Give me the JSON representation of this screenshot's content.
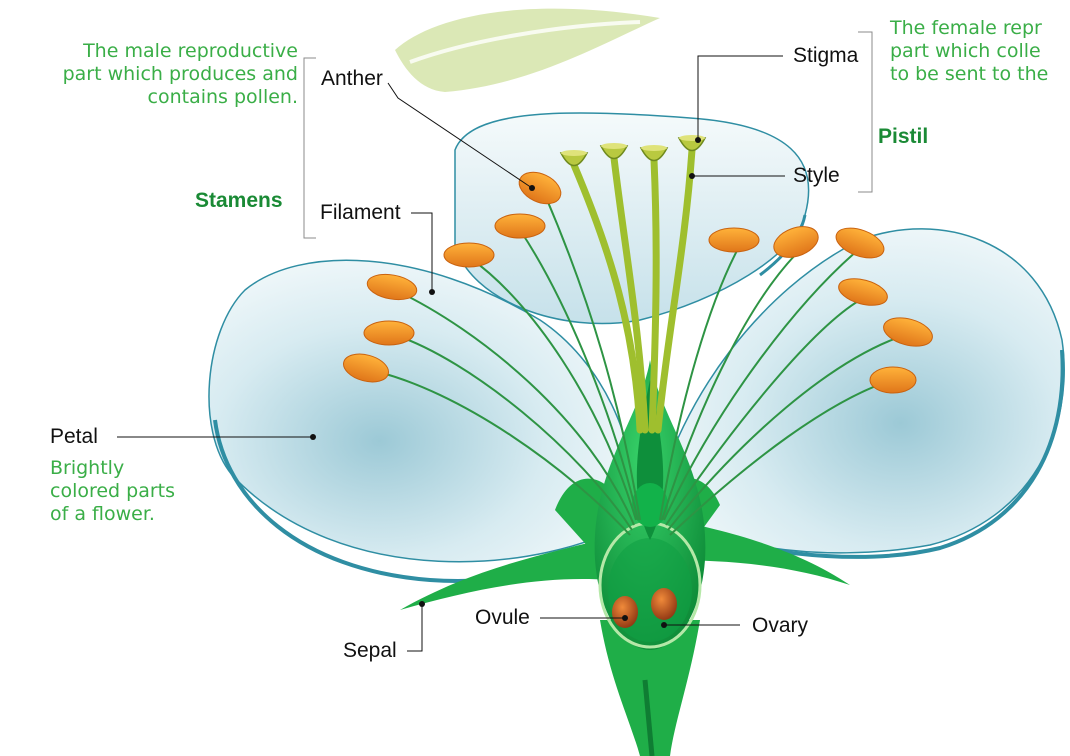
{
  "labels": {
    "anther": "Anther",
    "filament": "Filament",
    "stigma": "Stigma",
    "style": "Style",
    "petal": "Petal",
    "sepal": "Sepal",
    "ovule": "Ovule",
    "ovary": "Ovary"
  },
  "groups": {
    "stamens": "Stamens",
    "pistil": "Pistil"
  },
  "descriptions": {
    "stamens": [
      "The male reproductive",
      "part which produces and",
      "contains pollen."
    ],
    "pistil": [
      "The female repr",
      "part which colle",
      "to be sent to the"
    ],
    "petal": [
      "Brightly",
      "colored parts",
      "of a flower."
    ]
  },
  "colors": {
    "label_text": "#111111",
    "group_heading": "#1a8a35",
    "description_text": "#3aae47",
    "petal_outline": "#2f8ea3",
    "petal_fill": "#a9d3de",
    "sepal": "#1fae48",
    "anther": "#f08a1c",
    "pistil": "#9fbf2e",
    "ovule": "#c0521b",
    "leaf": "#dbe8b6"
  }
}
